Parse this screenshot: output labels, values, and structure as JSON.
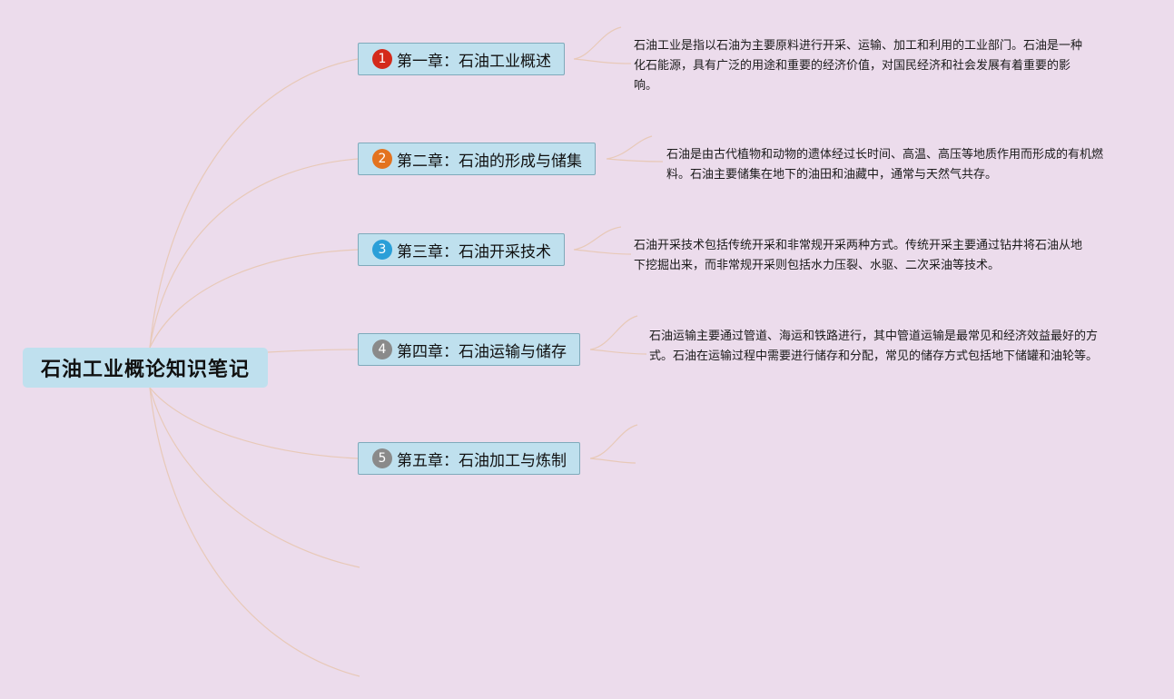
{
  "root": {
    "title": "石油工业概论知识笔记"
  },
  "colors": {
    "connector": "#e8c9b8",
    "badge_1": "#d42a1b",
    "badge_2": "#e3731f",
    "badge_3": "#2a9fd8",
    "badge_4": "#8a8a8a",
    "badge_5": "#8a8a8a"
  },
  "chapters": [
    {
      "number": "1",
      "title": "第一章：石油工业概述",
      "note": "石油工业是指以石油为主要原料进行开采、运输、加工和利用的工业部门。石油是一种化石能源，具有广泛的用途和重要的经济价值，对国民经济和社会发展有着重要的影响。"
    },
    {
      "number": "2",
      "title": "第二章：石油的形成与储集",
      "note": "石油是由古代植物和动物的遗体经过长时间、高温、高压等地质作用而形成的有机燃料。石油主要储集在地下的油田和油藏中，通常与天然气共存。"
    },
    {
      "number": "3",
      "title": "第三章：石油开采技术",
      "note": "石油开采技术包括传统开采和非常规开采两种方式。传统开采主要通过钻井将石油从地下挖掘出来，而非常规开采则包括水力压裂、水驱、二次采油等技术。"
    },
    {
      "number": "4",
      "title": "第四章：石油运输与储存",
      "note": "石油运输主要通过管道、海运和铁路进行，其中管道运输是最常见和经济效益最好的方式。石油在运输过程中需要进行储存和分配，常见的储存方式包括地下储罐和油轮等。"
    },
    {
      "number": "5",
      "title": "第五章：石油加工与炼制",
      "note": ""
    }
  ]
}
